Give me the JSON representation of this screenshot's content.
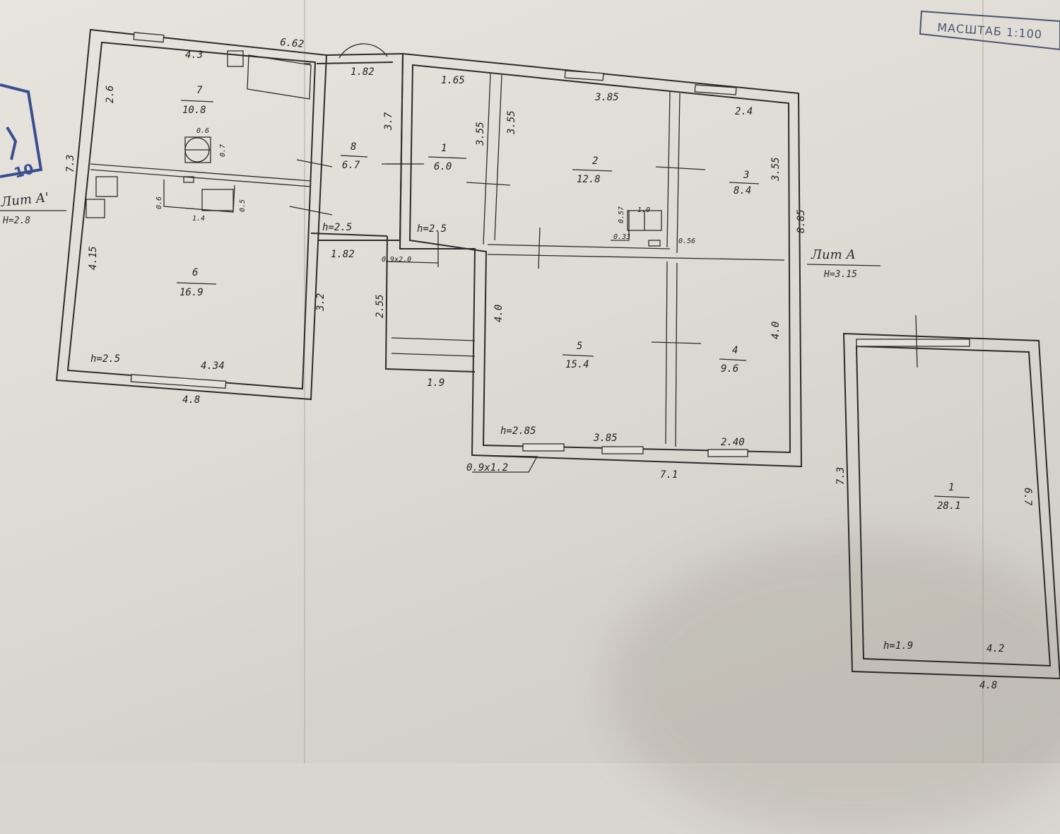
{
  "scale_stamp": "МАСШТАБ 1:100",
  "side_stamp": "10",
  "lit_a": {
    "name": "Лит А",
    "height": "Н=3.15"
  },
  "lit_a1": {
    "name": "Лит А'",
    "height": "Н=2.8"
  },
  "rooms": {
    "r7": {
      "num": "7",
      "area": "10.8"
    },
    "r6": {
      "num": "6",
      "area": "16.9"
    },
    "r8": {
      "num": "8",
      "area": "6.7"
    },
    "r1": {
      "num": "1",
      "area": "6.0"
    },
    "r2": {
      "num": "2",
      "area": "12.8"
    },
    "r3": {
      "num": "3",
      "area": "8.4"
    },
    "r5": {
      "num": "5",
      "area": "15.4"
    },
    "r4": {
      "num": "4",
      "area": "9.6"
    },
    "shed": {
      "num": "1",
      "area": "28.1"
    }
  },
  "heights": {
    "h_left": "h=2.5",
    "h_corr": "h=2.5",
    "h_r1": "h=2.5",
    "h_r5": "h=2.85",
    "h_shed": "h=1.9"
  },
  "dims": {
    "d_662": "6.62",
    "d_43": "4.3",
    "d_26": "2.6",
    "d_73": "7.3",
    "d_06": "0.6",
    "d_07": "0.7",
    "d_415": "4.15",
    "d_14": "1.4",
    "d_06b": "0.6",
    "d_05": "0.5",
    "d_32": "3.2",
    "d_434": "4.34",
    "d_48": "4.8",
    "d_182a": "1.82",
    "d_182b": "1.82",
    "d_37": "3.7",
    "d_255": "2.55",
    "d_09x20": "0.9x2.0",
    "d_19": "1.9",
    "d_165": "1.65",
    "d_355a": "3.55",
    "d_355b": "3.55",
    "d_385a": "3.85",
    "d_24": "2.4",
    "d_355c": "3.55",
    "d_10": "1.0",
    "d_057": "0.57",
    "d_033": "0.33",
    "d_056": "0.56",
    "d_885": "8.85",
    "d_40a": "4.0",
    "d_40b": "4.0",
    "d_385b": "3.85",
    "d_240": "2.40",
    "d_09x12": "0.9x1.2",
    "d_71": "7.1",
    "d_73b": "7.3",
    "d_67": "6.7",
    "d_42": "4.2",
    "d_48b": "4.8"
  }
}
